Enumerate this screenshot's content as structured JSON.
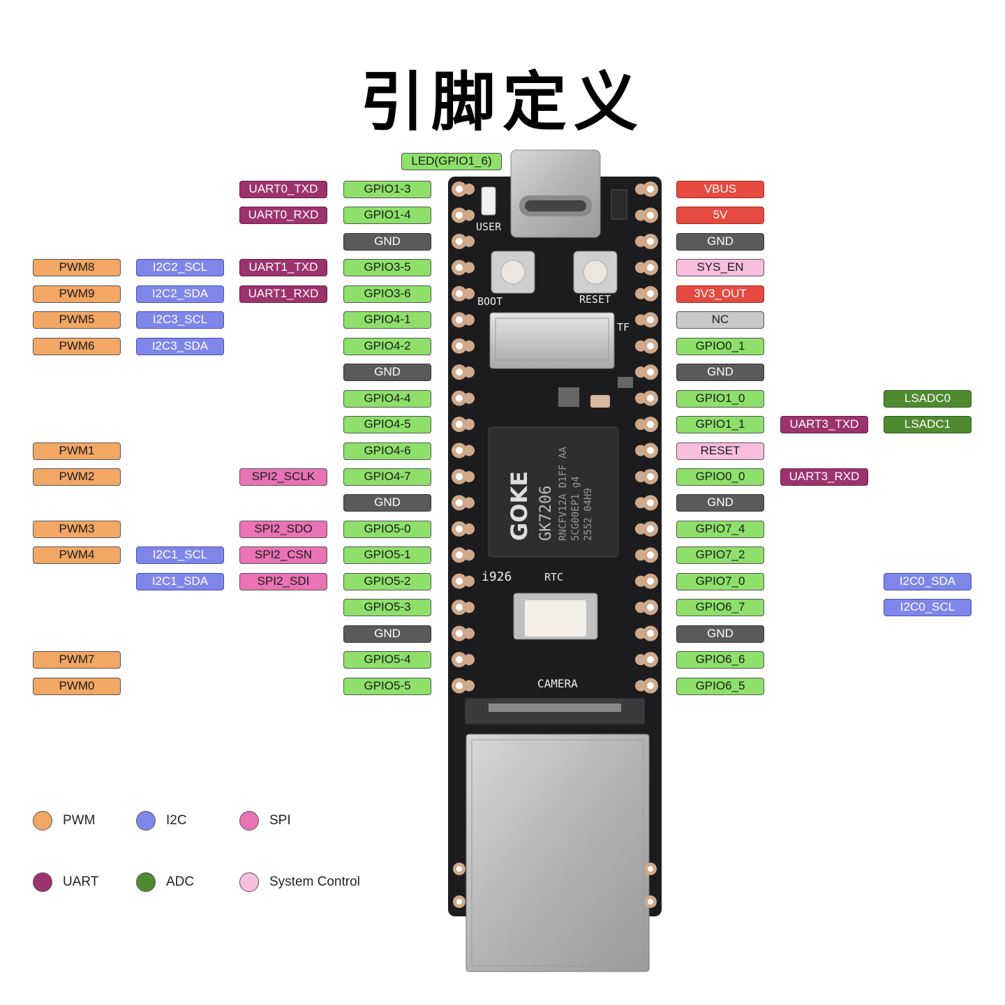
{
  "title": "引脚定义",
  "led": "LED(GPIO1_6)",
  "board_text": {
    "user": "USER",
    "boot": "BOOT",
    "reset": "RESET",
    "tf": "TF",
    "chip_brand": "GOKE",
    "chip_model": "GK7206",
    "chip_line1": "RNCFV12A D1FF AA",
    "chip_line2": "5CG00EP1 g4",
    "chip_line3": "2552  04H9",
    "board_code": "i926",
    "rtc": "RTC",
    "camera": "CAMERA"
  },
  "left_pins": [
    {
      "label": "GPIO1-3",
      "type": "gpio",
      "alts": [
        {
          "col": 2,
          "label": "UART0_TXD",
          "type": "uart"
        }
      ]
    },
    {
      "label": "GPIO1-4",
      "type": "gpio",
      "alts": [
        {
          "col": 2,
          "label": "UART0_RXD",
          "type": "uart"
        }
      ]
    },
    {
      "label": "GND",
      "type": "gnd",
      "alts": []
    },
    {
      "label": "GPIO3-5",
      "type": "gpio",
      "alts": [
        {
          "col": 0,
          "label": "PWM8",
          "type": "pwm"
        },
        {
          "col": 1,
          "label": "I2C2_SCL",
          "type": "i2c"
        },
        {
          "col": 2,
          "label": "UART1_TXD",
          "type": "uart"
        }
      ]
    },
    {
      "label": "GPIO3-6",
      "type": "gpio",
      "alts": [
        {
          "col": 0,
          "label": "PWM9",
          "type": "pwm"
        },
        {
          "col": 1,
          "label": "I2C2_SDA",
          "type": "i2c"
        },
        {
          "col": 2,
          "label": "UART1_RXD",
          "type": "uart"
        }
      ]
    },
    {
      "label": "GPIO4-1",
      "type": "gpio",
      "alts": [
        {
          "col": 0,
          "label": "PWM5",
          "type": "pwm"
        },
        {
          "col": 1,
          "label": "I2C3_SCL",
          "type": "i2c"
        }
      ]
    },
    {
      "label": "GPIO4-2",
      "type": "gpio",
      "alts": [
        {
          "col": 0,
          "label": "PWM6",
          "type": "pwm"
        },
        {
          "col": 1,
          "label": "I2C3_SDA",
          "type": "i2c"
        }
      ]
    },
    {
      "label": "GND",
      "type": "gnd",
      "alts": []
    },
    {
      "label": "GPIO4-4",
      "type": "gpio",
      "alts": []
    },
    {
      "label": "GPIO4-5",
      "type": "gpio",
      "alts": []
    },
    {
      "label": "GPIO4-6",
      "type": "gpio",
      "alts": [
        {
          "col": 0,
          "label": "PWM1",
          "type": "pwm"
        }
      ]
    },
    {
      "label": "GPIO4-7",
      "type": "gpio",
      "alts": [
        {
          "col": 0,
          "label": "PWM2",
          "type": "pwm"
        },
        {
          "col": 2,
          "label": "SPI2_SCLK",
          "type": "spi"
        }
      ]
    },
    {
      "label": "GND",
      "type": "gnd",
      "alts": []
    },
    {
      "label": "GPIO5-0",
      "type": "gpio",
      "alts": [
        {
          "col": 0,
          "label": "PWM3",
          "type": "pwm"
        },
        {
          "col": 2,
          "label": "SPI2_SDO",
          "type": "spi"
        }
      ]
    },
    {
      "label": "GPIO5-1",
      "type": "gpio",
      "alts": [
        {
          "col": 0,
          "label": "PWM4",
          "type": "pwm"
        },
        {
          "col": 1,
          "label": "I2C1_SCL",
          "type": "i2c"
        },
        {
          "col": 2,
          "label": "SPI2_CSN",
          "type": "spi"
        }
      ]
    },
    {
      "label": "GPIO5-2",
      "type": "gpio",
      "alts": [
        {
          "col": 1,
          "label": "I2C1_SDA",
          "type": "i2c"
        },
        {
          "col": 2,
          "label": "SPI2_SDI",
          "type": "spi"
        }
      ]
    },
    {
      "label": "GPIO5-3",
      "type": "gpio",
      "alts": []
    },
    {
      "label": "GND",
      "type": "gnd",
      "alts": []
    },
    {
      "label": "GPIO5-4",
      "type": "gpio",
      "alts": [
        {
          "col": 0,
          "label": "PWM7",
          "type": "pwm"
        }
      ]
    },
    {
      "label": "GPIO5-5",
      "type": "gpio",
      "alts": [
        {
          "col": 0,
          "label": "PWM0",
          "type": "pwm"
        }
      ]
    }
  ],
  "right_pins": [
    {
      "label": "VBUS",
      "type": "power",
      "alts": []
    },
    {
      "label": "5V",
      "type": "power",
      "alts": []
    },
    {
      "label": "GND",
      "type": "gnd",
      "alts": []
    },
    {
      "label": "SYS_EN",
      "type": "sys",
      "alts": []
    },
    {
      "label": "3V3_OUT",
      "type": "power",
      "alts": []
    },
    {
      "label": "NC",
      "type": "nc",
      "alts": []
    },
    {
      "label": "GPIO0_1",
      "type": "gpio",
      "alts": []
    },
    {
      "label": "GND",
      "type": "gnd",
      "alts": []
    },
    {
      "label": "GPIO1_0",
      "type": "gpio",
      "alts": [
        {
          "col": 2,
          "label": "LSADC0",
          "type": "adc"
        }
      ]
    },
    {
      "label": "GPIO1_1",
      "type": "gpio",
      "alts": [
        {
          "col": 1,
          "label": "UART3_TXD",
          "type": "uart"
        },
        {
          "col": 2,
          "label": "LSADC1",
          "type": "adc"
        }
      ]
    },
    {
      "label": "RESET",
      "type": "sys",
      "alts": []
    },
    {
      "label": "GPIO0_0",
      "type": "gpio",
      "alts": [
        {
          "col": 1,
          "label": "UART3_RXD",
          "type": "uart"
        }
      ]
    },
    {
      "label": "GND",
      "type": "gnd",
      "alts": []
    },
    {
      "label": "GPIO7_4",
      "type": "gpio",
      "alts": []
    },
    {
      "label": "GPIO7_2",
      "type": "gpio",
      "alts": []
    },
    {
      "label": "GPIO7_0",
      "type": "gpio",
      "alts": [
        {
          "col": 2,
          "label": "I2C0_SDA",
          "type": "i2c"
        }
      ]
    },
    {
      "label": "GPIO6_7",
      "type": "gpio",
      "alts": [
        {
          "col": 2,
          "label": "I2C0_SCL",
          "type": "i2c"
        }
      ]
    },
    {
      "label": "GND",
      "type": "gnd",
      "alts": []
    },
    {
      "label": "GPIO6_6",
      "type": "gpio",
      "alts": []
    },
    {
      "label": "GPIO6_5",
      "type": "gpio",
      "alts": []
    }
  ],
  "legend": [
    {
      "label": "PWM",
      "type": "pwm"
    },
    {
      "label": "I2C",
      "type": "i2c"
    },
    {
      "label": "SPI",
      "type": "spi"
    },
    {
      "label": "UART",
      "type": "uart"
    },
    {
      "label": "ADC",
      "type": "adc"
    },
    {
      "label": "System Control",
      "type": "sys"
    }
  ],
  "colors": {
    "gpio": "#8ee06a",
    "gnd": "#5a5a5a",
    "power": "#e54a40",
    "sys": "#f8bede",
    "nc": "#c8c8c8",
    "pwm": "#f2a764",
    "i2c": "#7f86ea",
    "uart": "#9c336d",
    "spi": "#e973b4",
    "adc": "#4e8a2e",
    "board": "#1c1c1e",
    "pad": "#cfa98a"
  }
}
